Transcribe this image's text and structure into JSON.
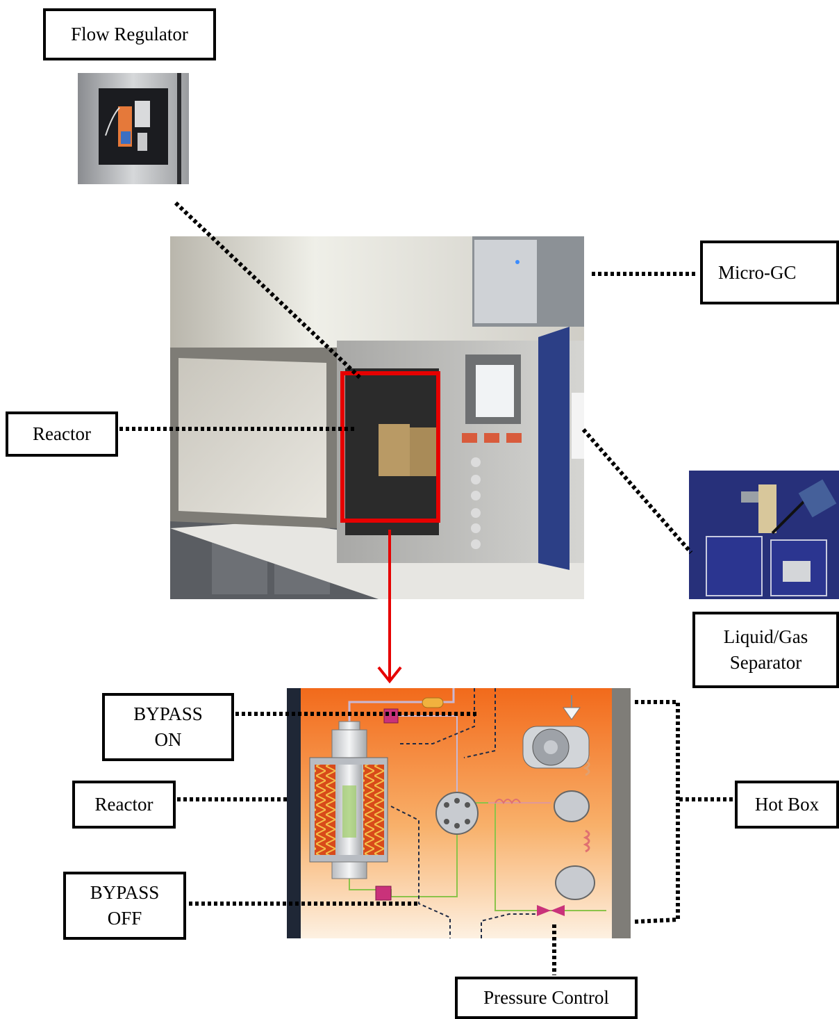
{
  "labels": {
    "flow_regulator": "Flow Regulator",
    "micro_gc": "Micro-GC",
    "reactor_top": "Reactor",
    "liquid_gas_separator_line1": "Liquid/Gas",
    "liquid_gas_separator_line2": "Separator",
    "bypass_on_line1": "BYPASS",
    "bypass_on_line2": "ON",
    "reactor_bottom": "Reactor",
    "bypass_off_line1": "BYPASS",
    "bypass_off_line2": "OFF",
    "hot_box": "Hot Box",
    "pressure_control": "Pressure Control"
  },
  "colors": {
    "highlight": "#e60000",
    "hotbox_top": "#f26a1b",
    "hotbox_bottom": "#fdf1e2",
    "leader": "#000000"
  }
}
